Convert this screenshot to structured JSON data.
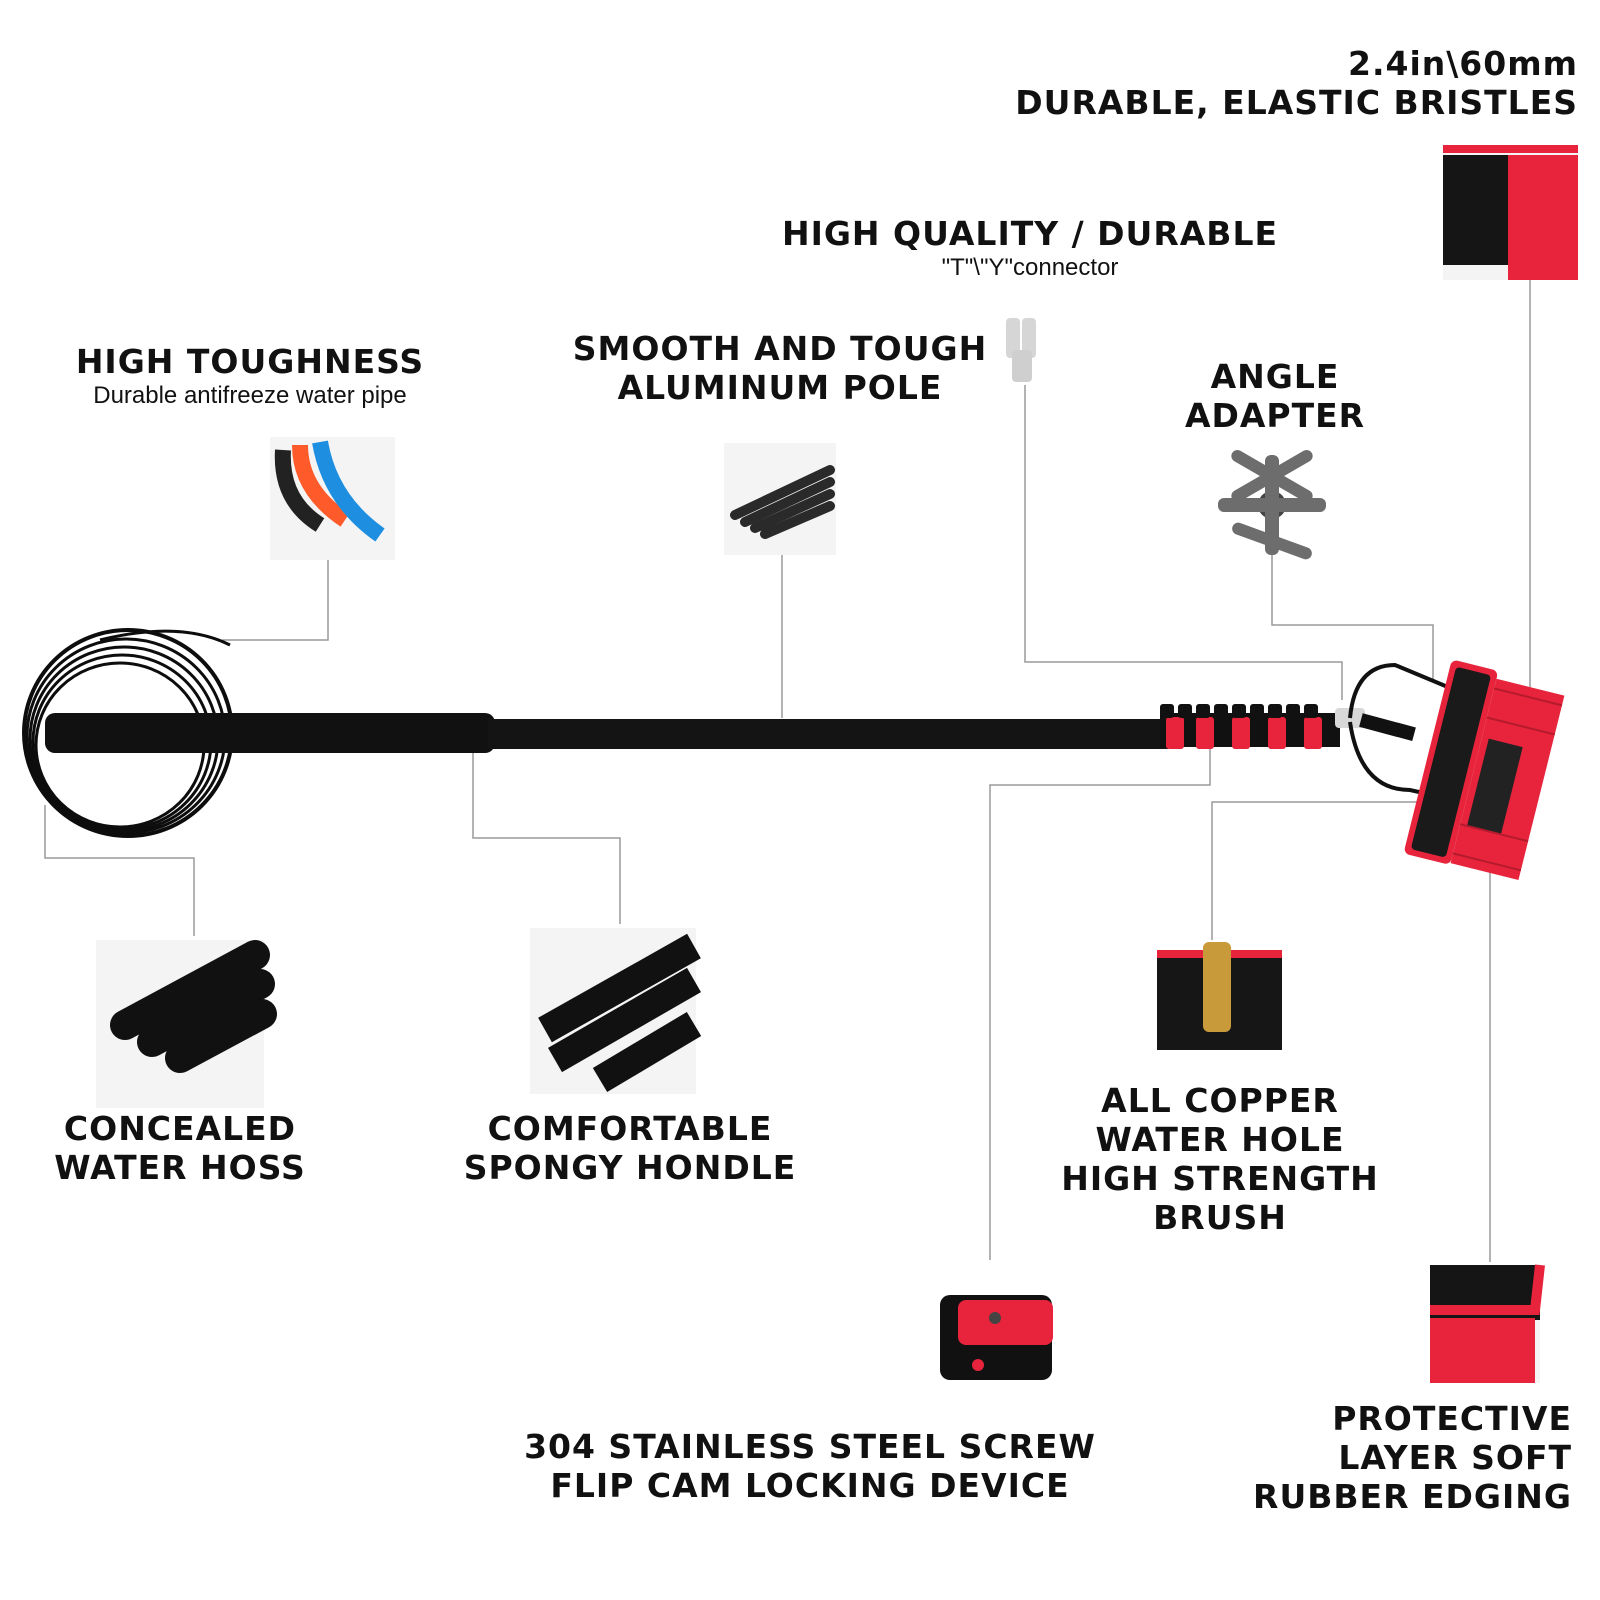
{
  "labels": {
    "bristles_size": "2.4in\\60mm",
    "bristles_title": "DURABLE, ELASTIC BRISTLES",
    "connector_title": "HIGH QUALITY / DURABLE",
    "connector_sub": "\"T\"\\\"Y\"connector",
    "pipe_title": "HIGH TOUGHNESS",
    "pipe_sub": "Durable antifreeze water pipe",
    "pole_title_1": "SMOOTH AND TOUGH",
    "pole_title_2": "ALUMINUM POLE",
    "adapter_title_1": "ANGLE",
    "adapter_title_2": "ADAPTER",
    "hose_title_1": "CONCEALED",
    "hose_title_2": "WATER HOSS",
    "handle_title_1": "COMFORTABLE",
    "handle_title_2": "SPONGY HONDLE",
    "copper_title_1": "ALL COPPER",
    "copper_title_2": "WATER HOLE",
    "copper_title_3": "HIGH STRENGTH",
    "copper_title_4": "BRUSH",
    "lock_title_1": "304 STAINLESS STEEL SCREW",
    "lock_title_2": "FLIP CAM LOCKING DEVICE",
    "edge_title_1": "PROTECTIVE",
    "edge_title_2": "LAYER SOFT",
    "edge_title_3": "RUBBER EDGING"
  },
  "colors": {
    "accent_red": "#e8243c",
    "pole_black": "#111111",
    "leader_line": "#9a9a9a"
  },
  "icons": [
    "water-pipe-icon",
    "aluminum-pole-icon",
    "t-y-connector-icon",
    "angle-adapter-icon",
    "bristles-icon",
    "hose-icon",
    "spongy-handle-icon",
    "copper-water-hole-icon",
    "flip-cam-lock-icon",
    "rubber-edging-icon"
  ]
}
